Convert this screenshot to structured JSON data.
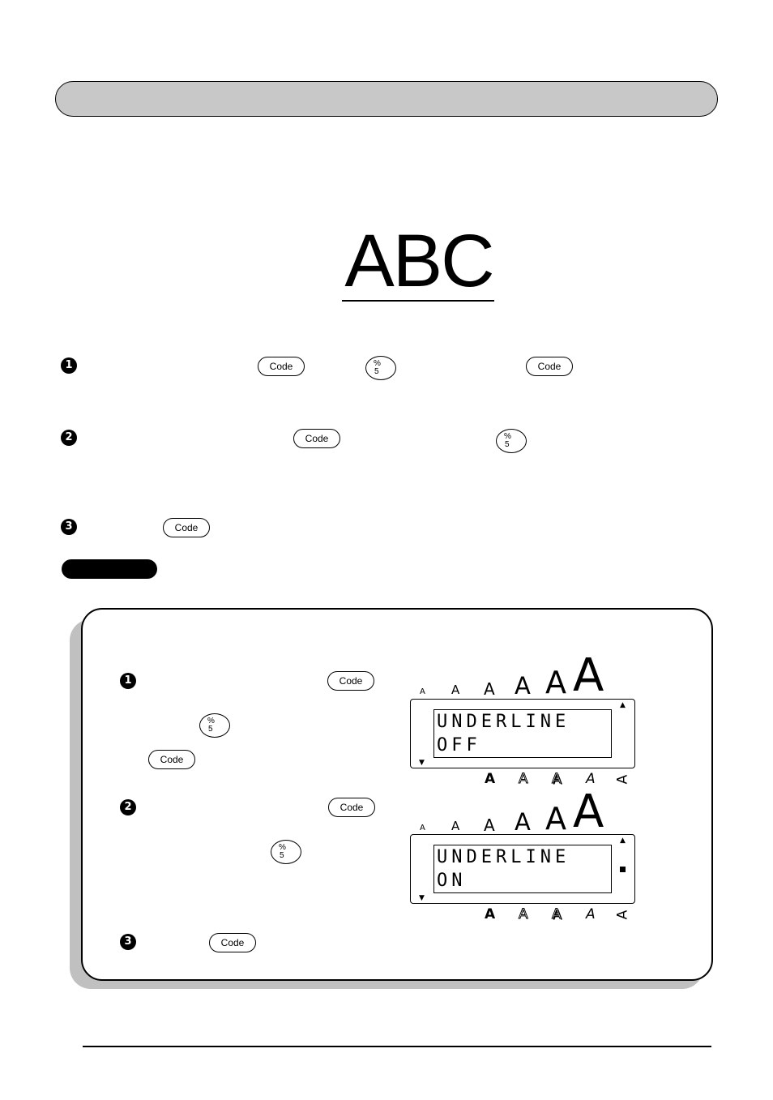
{
  "sample": {
    "text": "ABC"
  },
  "keys": {
    "code": "Code",
    "five_top": "%",
    "five_bottom": "5"
  },
  "steps": [
    "1",
    "2",
    "3"
  ],
  "lcd": [
    {
      "line1": "UNDERLINE",
      "line2": "OFF",
      "indicator_on": false
    },
    {
      "line1": "UNDERLINE",
      "line2": "ON",
      "indicator_on": true
    }
  ],
  "size_glyph": "A",
  "style_glyph": "A"
}
